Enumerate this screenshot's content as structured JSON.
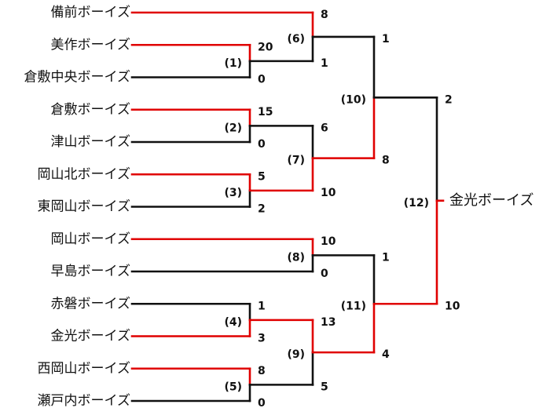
{
  "colors": {
    "win": "#e00000",
    "lose": "#111111"
  },
  "teams": [
    "備前ボーイズ",
    "美作ボーイズ",
    "倉敷中央ボーイズ",
    "倉敷ボーイズ",
    "津山ボーイズ",
    "岡山北ボーイズ",
    "東岡山ボーイズ",
    "岡山ボーイズ",
    "早島ボーイズ",
    "赤磐ボーイズ",
    "金光ボーイズ",
    "西岡山ボーイズ",
    "瀬戸内ボーイズ"
  ],
  "champion": "金光ボーイズ",
  "matches": [
    {
      "id": "m1",
      "no": "(1)",
      "top": "t1",
      "bottom": "t2",
      "scores": [
        "20",
        "0"
      ],
      "winner": "top"
    },
    {
      "id": "m2",
      "no": "(2)",
      "top": "t3",
      "bottom": "t4",
      "scores": [
        "15",
        "0"
      ],
      "winner": "top"
    },
    {
      "id": "m3",
      "no": "(3)",
      "top": "t5",
      "bottom": "t6",
      "scores": [
        "5",
        "2"
      ],
      "winner": "top"
    },
    {
      "id": "m4",
      "no": "(4)",
      "top": "t9",
      "bottom": "t10",
      "scores": [
        "1",
        "3"
      ],
      "winner": "bottom"
    },
    {
      "id": "m5",
      "no": "(5)",
      "top": "t11",
      "bottom": "t12",
      "scores": [
        "8",
        "0"
      ],
      "winner": "top"
    },
    {
      "id": "m6",
      "no": "(6)",
      "top": "t0",
      "bottom": "m1",
      "scores": [
        "8",
        "1"
      ],
      "winner": "top"
    },
    {
      "id": "m7",
      "no": "(7)",
      "top": "m2",
      "bottom": "m3",
      "scores": [
        "6",
        "10"
      ],
      "winner": "bottom"
    },
    {
      "id": "m8",
      "no": "(8)",
      "top": "t7",
      "bottom": "t8",
      "scores": [
        "10",
        "0"
      ],
      "winner": "top"
    },
    {
      "id": "m9",
      "no": "(9)",
      "top": "m4",
      "bottom": "m5",
      "scores": [
        "13",
        "5"
      ],
      "winner": "top"
    },
    {
      "id": "m10",
      "no": "(10)",
      "top": "m6",
      "bottom": "m7",
      "scores": [
        "1",
        "8"
      ],
      "winner": "bottom"
    },
    {
      "id": "m11",
      "no": "(11)",
      "top": "m8",
      "bottom": "m9",
      "scores": [
        "1",
        "4"
      ],
      "winner": "bottom"
    },
    {
      "id": "m12",
      "no": "(12)",
      "top": "m10",
      "bottom": "m11",
      "scores": [
        "2",
        "10"
      ],
      "winner": "bottom"
    }
  ]
}
